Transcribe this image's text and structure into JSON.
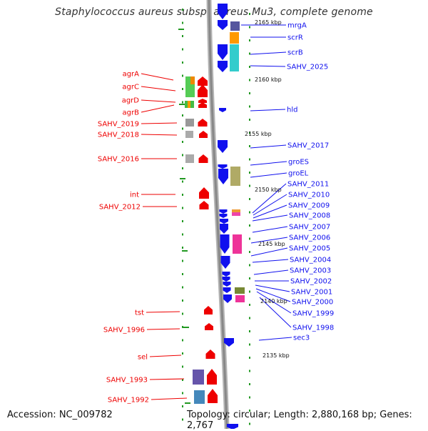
{
  "title": "Staphylococcus aureus subsp. aureus Mu3, complete genome",
  "accession": "Accession: NC_009782",
  "topology": "Topology: circular; Length: 2,880,168 bp; Genes: 2,767",
  "colors": {
    "plus_strand": "#ee0000",
    "minus_strand": "#1010ee",
    "backbone": "#888888",
    "tick": "#229922"
  },
  "ticks": [
    "2165 kbp",
    "2160 kbp",
    "2155 kbp",
    "2150 kbp",
    "2145 kbp",
    "2140 kbp",
    "2135 kbp"
  ],
  "left_labels": [
    "agrA",
    "agrC",
    "agrD",
    "agrB",
    "SAHV_2019",
    "SAHV_2018",
    "SAHV_2016",
    "int",
    "SAHV_2012",
    "tst",
    "SAHV_1996",
    "sel",
    "SAHV_1993",
    "SAHV_1992"
  ],
  "right_labels": [
    "mrgA",
    "scrR",
    "scrB",
    "SAHV_2025",
    "hld",
    "SAHV_2017",
    "groES",
    "groEL",
    "SAHV_2011",
    "SAHV_2010",
    "SAHV_2009",
    "SAHV_2008",
    "SAHV_2007",
    "SAHV_2006",
    "SAHV_2005",
    "SAHV_2004",
    "SAHV_2003",
    "SAHV_2002",
    "SAHV_2001",
    "SAHV_2000",
    "SAHV_1999",
    "SAHV_1998",
    "sec3"
  ]
}
